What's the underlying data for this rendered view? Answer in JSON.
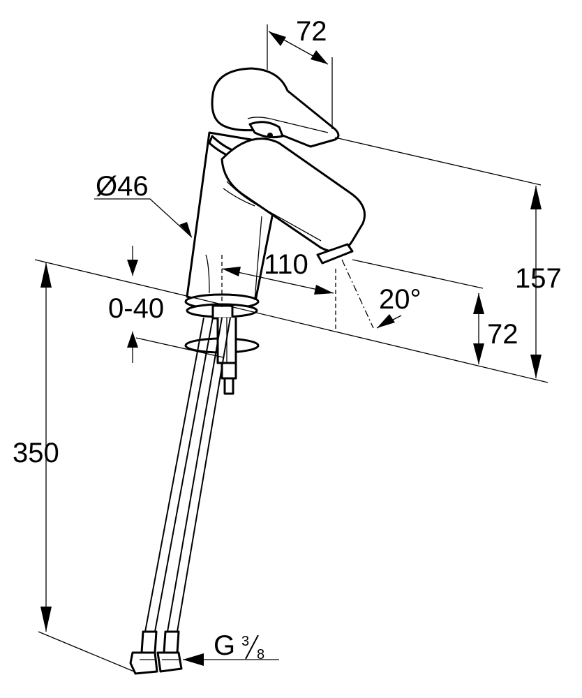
{
  "dimensions": {
    "handle_length": "72",
    "diameter": "Ø46",
    "spout_reach": "110",
    "angle": "20°",
    "height_total": "157",
    "spout_height": "72",
    "deck_range": "0-40",
    "hose_length": "350",
    "thread_prefix": "G",
    "thread_num": "3",
    "thread_den": "8"
  },
  "colors": {
    "line": "#000000",
    "background": "#ffffff"
  }
}
